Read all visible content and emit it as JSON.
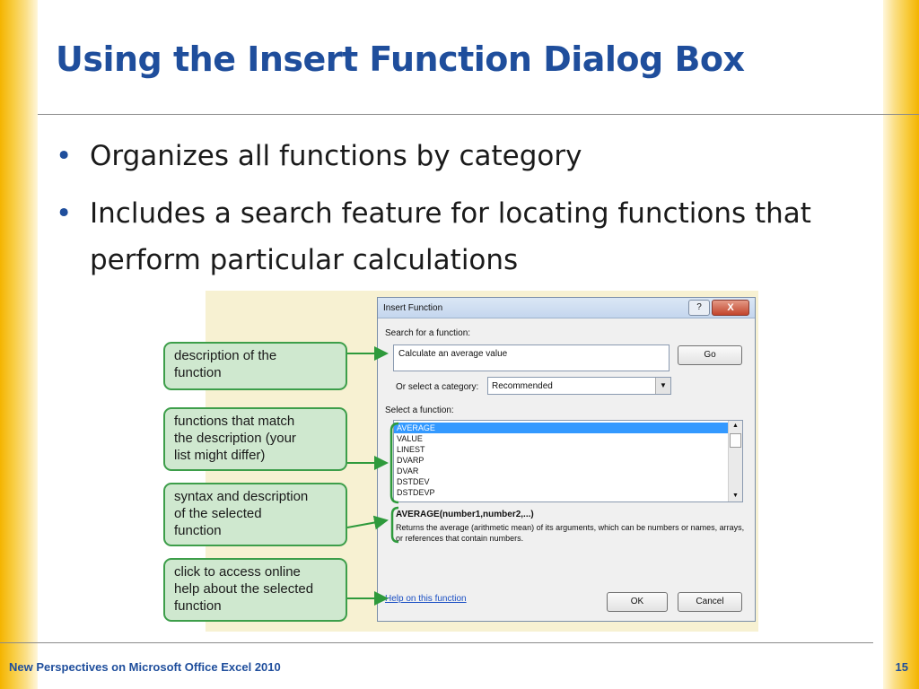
{
  "slide": {
    "title": "Using the Insert Function Dialog Box",
    "bullets": [
      "Organizes all functions by category",
      "Includes a search feature for locating functions that perform particular calculations"
    ],
    "footer": "New Perspectives on Microsoft Office Excel 2010",
    "page_number": "15"
  },
  "callouts": [
    "description of the\nfunction",
    "functions that match\nthe description (your\nlist might differ)",
    "syntax and description\nof the selected\nfunction",
    "click to access online\nhelp about the selected\nfunction"
  ],
  "dialog": {
    "title": "Insert Function",
    "help_glyph": "?",
    "close_glyph": "X",
    "search_label": "Search for a function:",
    "search_value": "Calculate an average value",
    "go_label": "Go",
    "category_label": "Or select a category:",
    "category_value": "Recommended",
    "select_label": "Select a function:",
    "functions": [
      "AVERAGE",
      "VALUE",
      "LINEST",
      "DVARP",
      "DVAR",
      "DSTDEV",
      "DSTDEVP"
    ],
    "syntax": "AVERAGE(number1,number2,...)",
    "description": "Returns the average (arithmetic mean) of its arguments, which can be numbers or names, arrays, or references that contain numbers.",
    "help_link": "Help on this function",
    "ok_label": "OK",
    "cancel_label": "Cancel"
  },
  "colors": {
    "title_blue": "#1f4e9c",
    "callout_green": "#3d9e4a",
    "callout_fill": "#cfe8cf",
    "accent_gold": "#f4b400"
  }
}
